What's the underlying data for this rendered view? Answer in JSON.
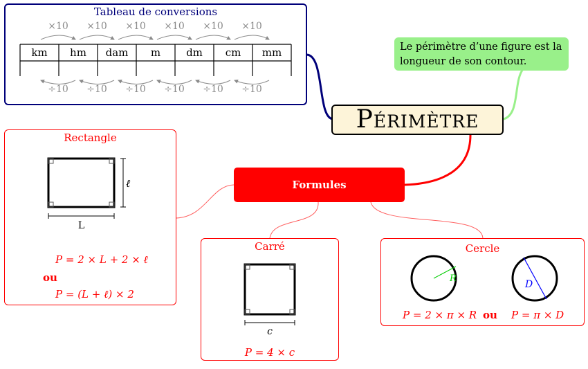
{
  "main_title": "Périmètre",
  "definition": "Le périmètre d’une figure est la longueur de son contour.",
  "formulas_title": "Formules",
  "conversion": {
    "title": "Tableau de conversions",
    "units": [
      "km",
      "hm",
      "dam",
      "m",
      "dm",
      "cm",
      "mm"
    ],
    "mult_label": "×10",
    "div_label": "÷10"
  },
  "rectangle": {
    "title": "Rectangle",
    "width_label": "ℓ",
    "length_label": "L",
    "formula1": "P = 2 × L + 2 × ℓ",
    "or_label": "ou",
    "formula2": "P = (L + ℓ) × 2"
  },
  "square": {
    "title": "Carré",
    "side_label": "c",
    "formula": "P = 4 × c"
  },
  "circle": {
    "title": "Cercle",
    "radius_label": "R",
    "diameter_label": "D",
    "formula1": "P = 2 × π × R",
    "or_label": "ou",
    "formula2": "P = π × D"
  },
  "colors": {
    "navy": "#00007a",
    "red": "#ff0000",
    "green": "#99f08a",
    "cream": "#fdf4d9",
    "gray": "#8a8a8a"
  }
}
